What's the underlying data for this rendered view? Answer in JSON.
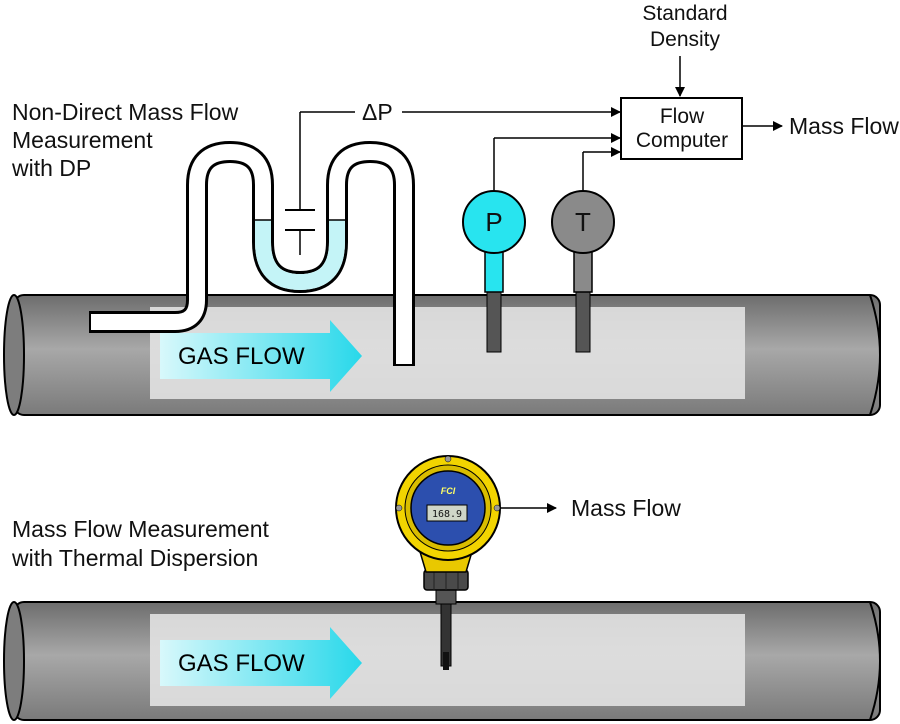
{
  "top_section": {
    "title_lines": [
      "Non-Direct Mass Flow",
      "Measurement",
      "with DP"
    ],
    "delta_p_label": "ΔP",
    "standard_density_lines": [
      "Standard",
      "Density"
    ],
    "flow_computer_lines": [
      "Flow",
      "Computer"
    ],
    "mass_flow_output": "Mass Flow",
    "pressure_gauge_letter": "P",
    "temperature_gauge_letter": "T",
    "gas_flow_label": "GAS FLOW"
  },
  "bottom_section": {
    "title_lines": [
      "Mass Flow Measurement",
      "with Thermal Dispersion"
    ],
    "mass_flow_output": "Mass Flow",
    "meter_logo": "FCI",
    "meter_display": "168.9",
    "gas_flow_label": "GAS FLOW"
  },
  "colors": {
    "pipe": "#8c8c8c",
    "fluid": "#c4f4f7",
    "pressure_gauge": "#28e4ef",
    "temperature_gauge": "#8a8a8a",
    "flow_arrow": "#37dff0",
    "meter_housing": "#f2d400",
    "meter_face": "#2c4fae"
  }
}
